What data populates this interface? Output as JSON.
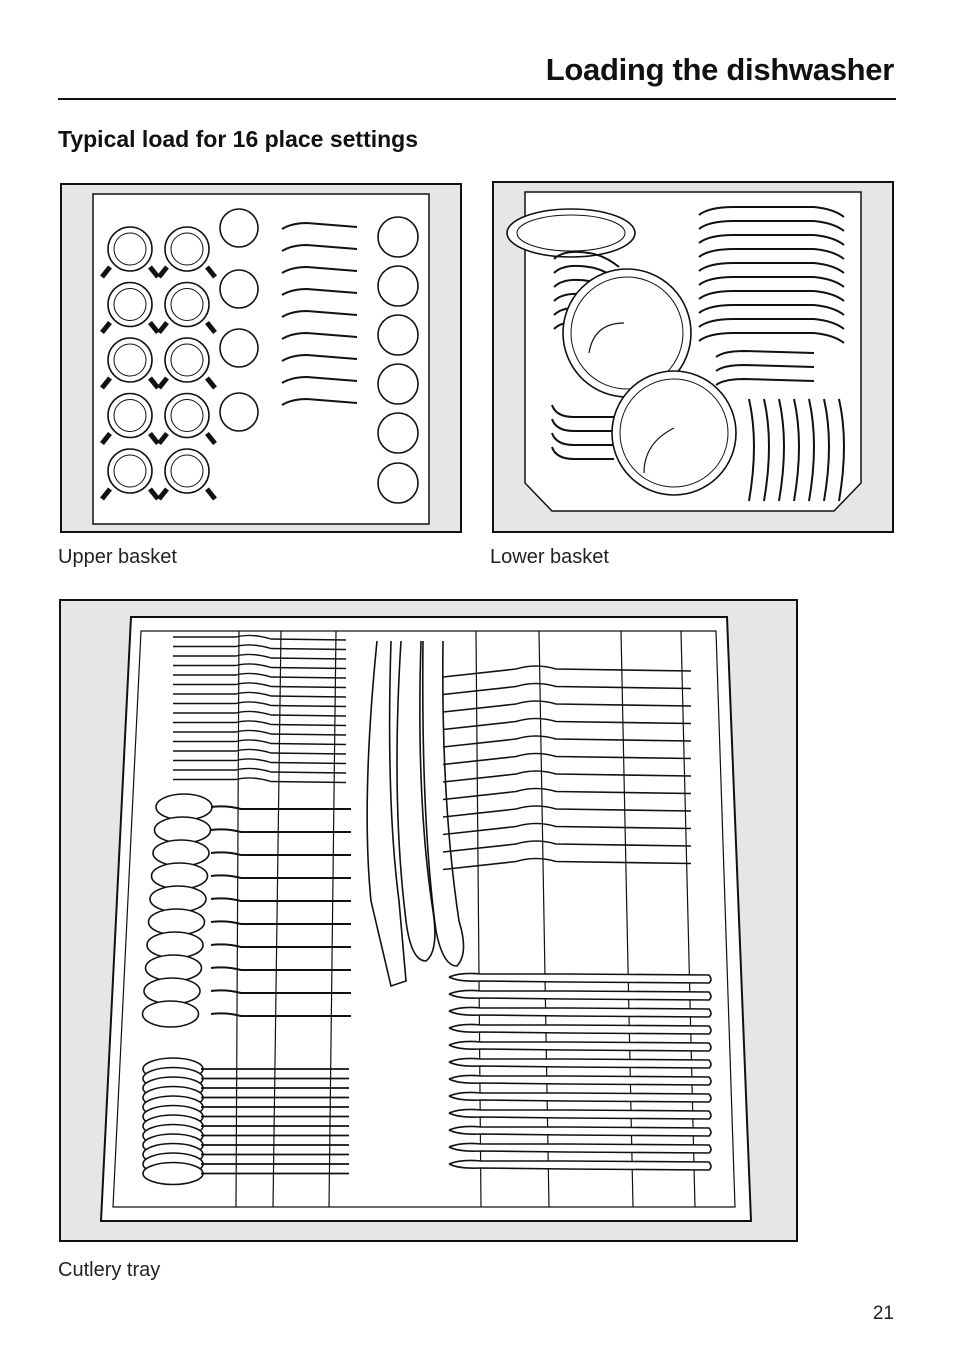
{
  "header": {
    "title": "Loading the dishwasher"
  },
  "section": {
    "subtitle": "Typical load for 16 place settings"
  },
  "figures": {
    "upper_basket_caption": "Upper basket",
    "lower_basket_caption": "Lower basket",
    "cutlery_tray_caption": "Cutlery tray"
  },
  "footer": {
    "page_number": "21"
  }
}
